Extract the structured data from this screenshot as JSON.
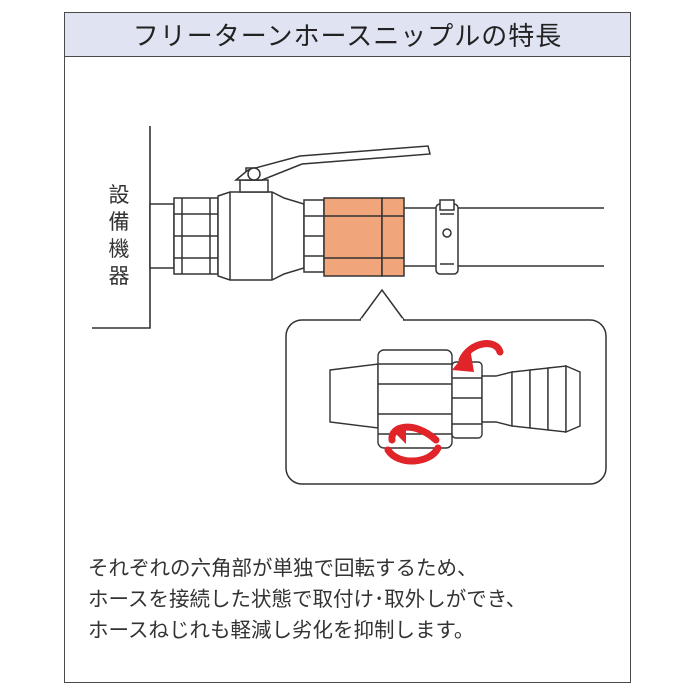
{
  "header": {
    "title": "フリーターンホースニップルの特長"
  },
  "equipment_label": {
    "chars": [
      "設",
      "備",
      "機",
      "器"
    ]
  },
  "description": {
    "lines": [
      "それぞれの六角部が単独で回転するため、",
      "ホースを接続した状態で取付け･取外しができ、",
      "ホースねじれも軽減し劣化を抑制します。"
    ]
  },
  "colors": {
    "header_bg": "#dfe3f2",
    "highlight_fitting": "#f0a57a",
    "rotation_arrow": "#e0242a",
    "outline": "#333333"
  },
  "icons": {
    "rotation": "curved-arrow-rotation-icon"
  }
}
